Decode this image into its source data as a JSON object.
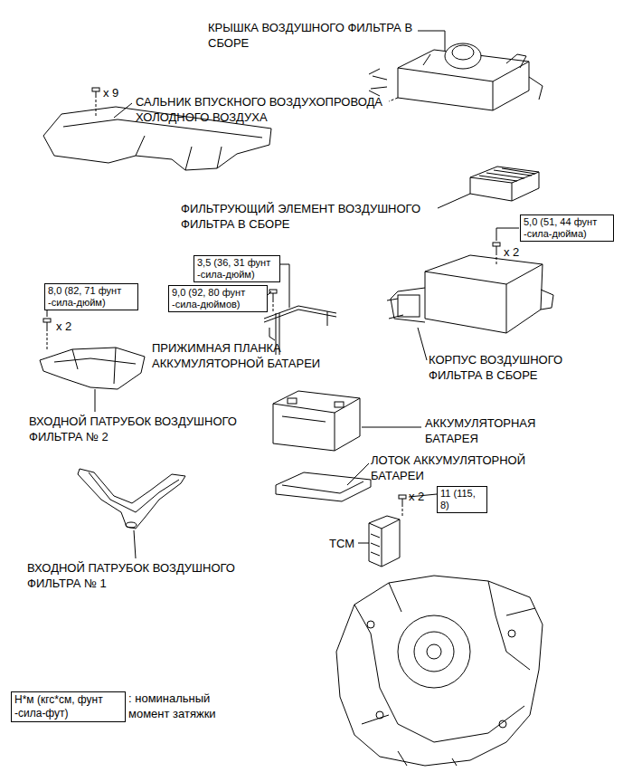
{
  "diagram": {
    "nodes": [
      {
        "text": [
          "5,0 (51, 44 фунт -сила-дюйма)"
        ]
      },
      {
        "text": [
          "3,5 (36, 31 фунт -сила-дюйм)"
        ]
      },
      {
        "text": [
          "9,0 (92, 80 фунт -сила-дюймов)"
        ]
      },
      {
        "text": [
          "8,0 (82, 71 фунт -сила-дюйм)"
        ]
      },
      {
        "text": [
          "11 (115, 8)"
        ]
      },
      {
        "text": [
          "Н*м (кгс*см, фунт -сила-фут)"
        ]
      }
    ],
    "labels": [
      "x 9",
      "КРЫШКА ВОЗДУШНОГО ФИЛЬТРА В СБОРЕ",
      "САЛЬНИК ВПУСКНОГО ВОЗДУХОПРОВОДА ХОЛОДНОГО ВОЗДУХА",
      "ФИЛЬТРУЮЩИЙ ЭЛЕМЕНТ ВОЗДУШНОГО ФИЛЬТРА В СБОРЕ",
      "x 2",
      "ПРИЖИМНАЯ ПЛАНКА АККУМУЛЯТОРНОЙ БАТАРЕИ",
      "x 2",
      "КОРПУС ВОЗДУШНОГО ФИЛЬТРА В СБОРЕ",
      "ВХОДНОЙ ПАТРУБОК ВОЗДУШНОГО ФИЛЬТРА № 2",
      "АККУМУЛЯТОРНАЯ БАТАРЕЯ",
      "ЛОТОК АККУМУЛЯТОРНОЙ БАТАРЕИ",
      "x 2",
      "TCM",
      "ВХОДНОЙ ПАТРУБОК ВОЗДУШНОГО ФИЛЬТРА № 1",
      ": номинальный момент затяжки"
    ]
  }
}
